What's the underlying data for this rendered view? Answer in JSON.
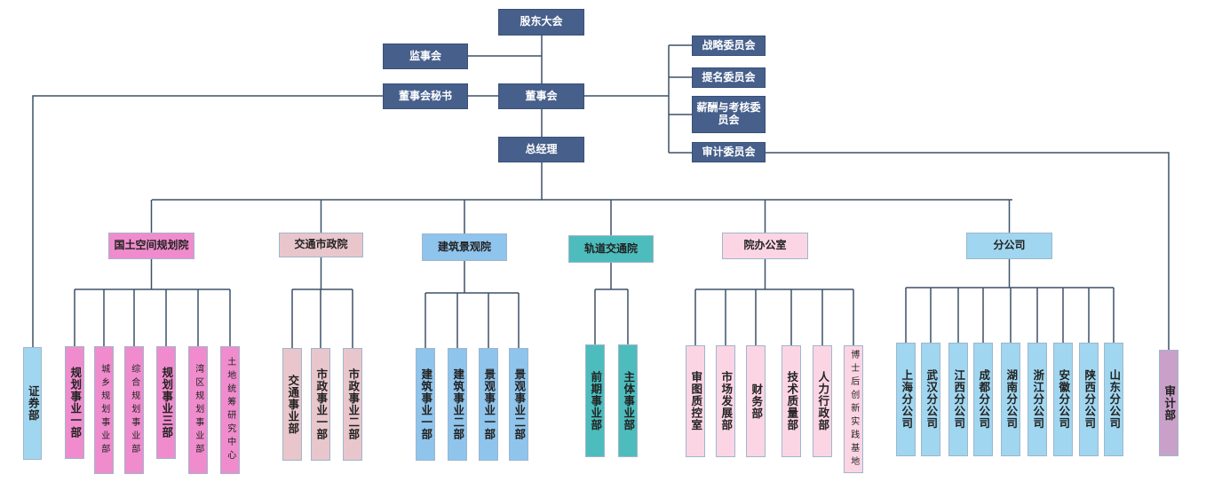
{
  "colors": {
    "top": "#465f8b",
    "line": "#3d5068",
    "guotu": "#f08ccd",
    "jiaotong": "#e8c6cc",
    "jianzhu": "#8fc4ec",
    "guidao": "#4dbcbc",
    "yuanban": "#fcd5e4",
    "fengongsi": "#a0d6ef",
    "shenji": "#c8a0c8"
  },
  "governance": {
    "shareholders": "股东大会",
    "supervisors": "监事会",
    "board_secretary": "董事会秘书",
    "board": "董事会",
    "general_manager": "总经理",
    "committees": [
      "战略委员会",
      "提名委员会",
      "薪酬与考核委员会",
      "审计委员会"
    ]
  },
  "standalone": {
    "securities": "证券部",
    "audit": "审计部"
  },
  "divisions": [
    {
      "name": "国土空间规划院",
      "units": [
        "规划事业一部",
        "城乡规划事业部",
        "综合规划事业部",
        "规划事业三部",
        "湾区规划事业部",
        "土地统筹研究中心"
      ]
    },
    {
      "name": "交通市政院",
      "units": [
        "交通事业部",
        "市政事业一部",
        "市政事业二部"
      ]
    },
    {
      "name": "建筑景观院",
      "units": [
        "建筑事业一部",
        "建筑事业二部",
        "景观事业一部",
        "景观事业二部"
      ]
    },
    {
      "name": "轨道交通院",
      "units": [
        "前期事业部",
        "主体事业部"
      ]
    },
    {
      "name": "院办公室",
      "units": [
        "审图质控室",
        "市场发展部",
        "财务部",
        "技术质量部",
        "人力行政部",
        "博士后创新实践基地"
      ]
    },
    {
      "name": "分公司",
      "units": [
        "上海分公司",
        "武汉分公司",
        "江西分公司",
        "成都分公司",
        "湖南分公司",
        "浙江分公司",
        "安徽分公司",
        "陕西分公司",
        "山东分公司"
      ]
    }
  ]
}
